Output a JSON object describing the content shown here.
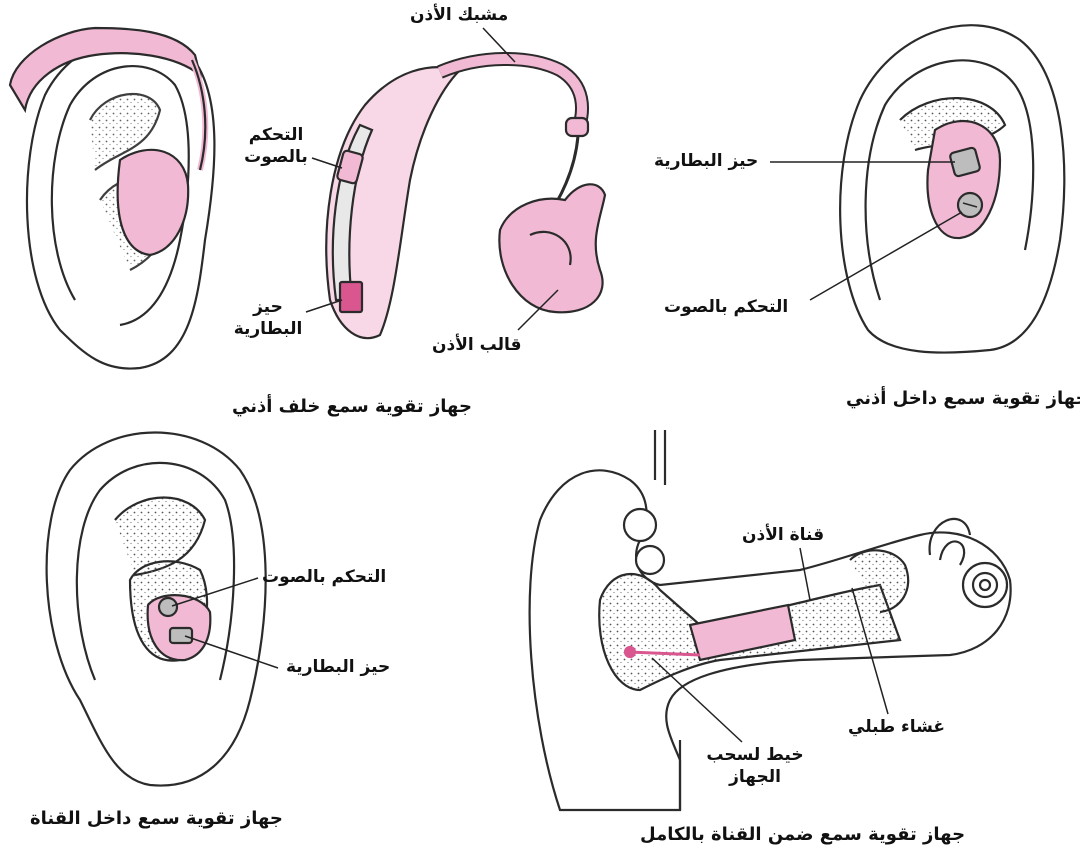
{
  "colors": {
    "pink": "#f1b9d3",
    "pink_dark": "#d9568f",
    "outline": "#2b2b2b",
    "bg": "#ffffff"
  },
  "panels": {
    "bte": {
      "caption": "جهاز تقوية سمع خلف أذني",
      "labels": {
        "ear_hook": "مشبك الأذن",
        "volume_line1": "التحكم",
        "volume_line2": "بالصوت",
        "battery_line1": "حيز",
        "battery_line2": "البطارية",
        "earmold": "قالب الأذن"
      }
    },
    "ite": {
      "caption": "جهاز تقوية سمع داخل أذني",
      "labels": {
        "battery": "حيز البطارية",
        "volume": "التحكم بالصوت"
      }
    },
    "itc": {
      "caption": "جهاز تقوية سمع داخل القناة",
      "labels": {
        "volume": "التحكم بالصوت",
        "battery": "حيز البطارية"
      }
    },
    "cic": {
      "caption": "جهاز تقوية سمع ضمن القناة بالكامل",
      "labels": {
        "ear_canal": "قناة الأذن",
        "eardrum": "غشاء طبلي",
        "pull_line1": "خيط لسحب",
        "pull_line2": "الجهاز"
      }
    }
  }
}
